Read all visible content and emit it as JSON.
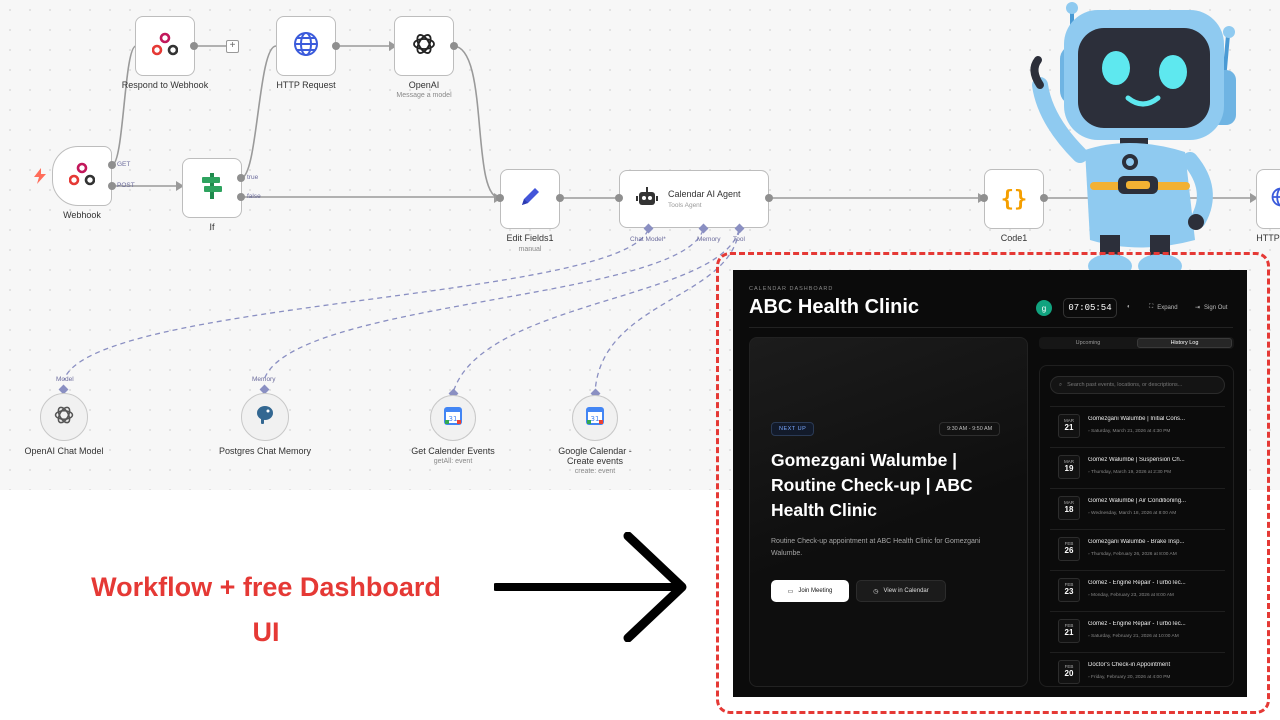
{
  "workflow": {
    "nodes": {
      "webhook": "Webhook",
      "respond": "Respond to Webhook",
      "if": "If",
      "http_request": "HTTP Request",
      "openai": "OpenAI",
      "openai_sub": "Message a model",
      "edit_fields": "Edit Fields1",
      "edit_fields_sub": "manual",
      "agent_title": "Calendar AI Agent",
      "agent_sub": "Tools Agent",
      "code": "Code1",
      "http_cut": "HTTP"
    },
    "ports": {
      "get": "GET",
      "post": "POST",
      "true": "true",
      "false": "false",
      "chat_model": "Chat Model*",
      "memory": "Memory",
      "tool": "Tool",
      "model": "Model",
      "memory2": "Memory"
    },
    "subnodes": {
      "openai_chat": "OpenAI Chat Model",
      "postgres": "Postgres Chat Memory",
      "get_events": "Get Calender Events",
      "get_events_sub": "getAll: event",
      "create_events": "Google Calendar - Create events",
      "create_events_sub": "create: event"
    }
  },
  "dashboard": {
    "eyebrow": "CALENDAR DASHBOARD",
    "title": "ABC Health Clinic",
    "avatar_initial": "g",
    "clock": "07:05:54",
    "expand": "Expand",
    "sign_out": "Sign Out",
    "tabs": {
      "upcoming": "Upcoming",
      "history": "History Log"
    },
    "next_up": "NEXT UP",
    "time_range": "9:30 AM - 9:50 AM",
    "event_title": "Gomezgani Walumbe | Routine Check-up | ABC Health Clinic",
    "event_desc": "Routine Check-up appointment at ABC Health Clinic for Gomezgani Walumbe.",
    "join_label": "Join Meeting",
    "view_label": "View in Calendar",
    "search_placeholder": "Search past events, locations, or descriptions...",
    "history": [
      {
        "mon": "MAR",
        "day": "21",
        "title": "Gomezgani Walumbe | Initial Cons...",
        "sub": "Saturday, March 21, 2026 at 4:30 PM"
      },
      {
        "mon": "MAR",
        "day": "19",
        "title": "Gomez Walumbe | Suspension Ch...",
        "sub": "Thursday, March 19, 2026 at 2:30 PM"
      },
      {
        "mon": "MAR",
        "day": "18",
        "title": "Gomez Walumbe | Air Conditioning...",
        "sub": "Wednesday, March 18, 2026 at 8:00 AM"
      },
      {
        "mon": "FEB",
        "day": "26",
        "title": "Gomezgani Walumbe - Brake Insp...",
        "sub": "Thursday, February 26, 2026 at 8:00 AM"
      },
      {
        "mon": "FEB",
        "day": "23",
        "title": "Gomez - Engine Repair - TurboTec...",
        "sub": "Monday, February 23, 2026 at 8:00 AM"
      },
      {
        "mon": "FEB",
        "day": "21",
        "title": "Gomez - Engine Repair - TurboTec...",
        "sub": "Saturday, February 21, 2026 at 10:00 AM"
      },
      {
        "mon": "FEB",
        "day": "20",
        "title": "Doctor's Check-in Appointment",
        "sub": "Friday, February 20, 2026 at 4:00 PM"
      }
    ]
  },
  "caption": {
    "line1": "Workflow + free Dashboard",
    "line2": "UI"
  },
  "colors": {
    "accent_red": "#e53935",
    "frame_red": "#e53935",
    "avatar_green": "#11a37f",
    "robot_blue": "#8fcaf0"
  }
}
